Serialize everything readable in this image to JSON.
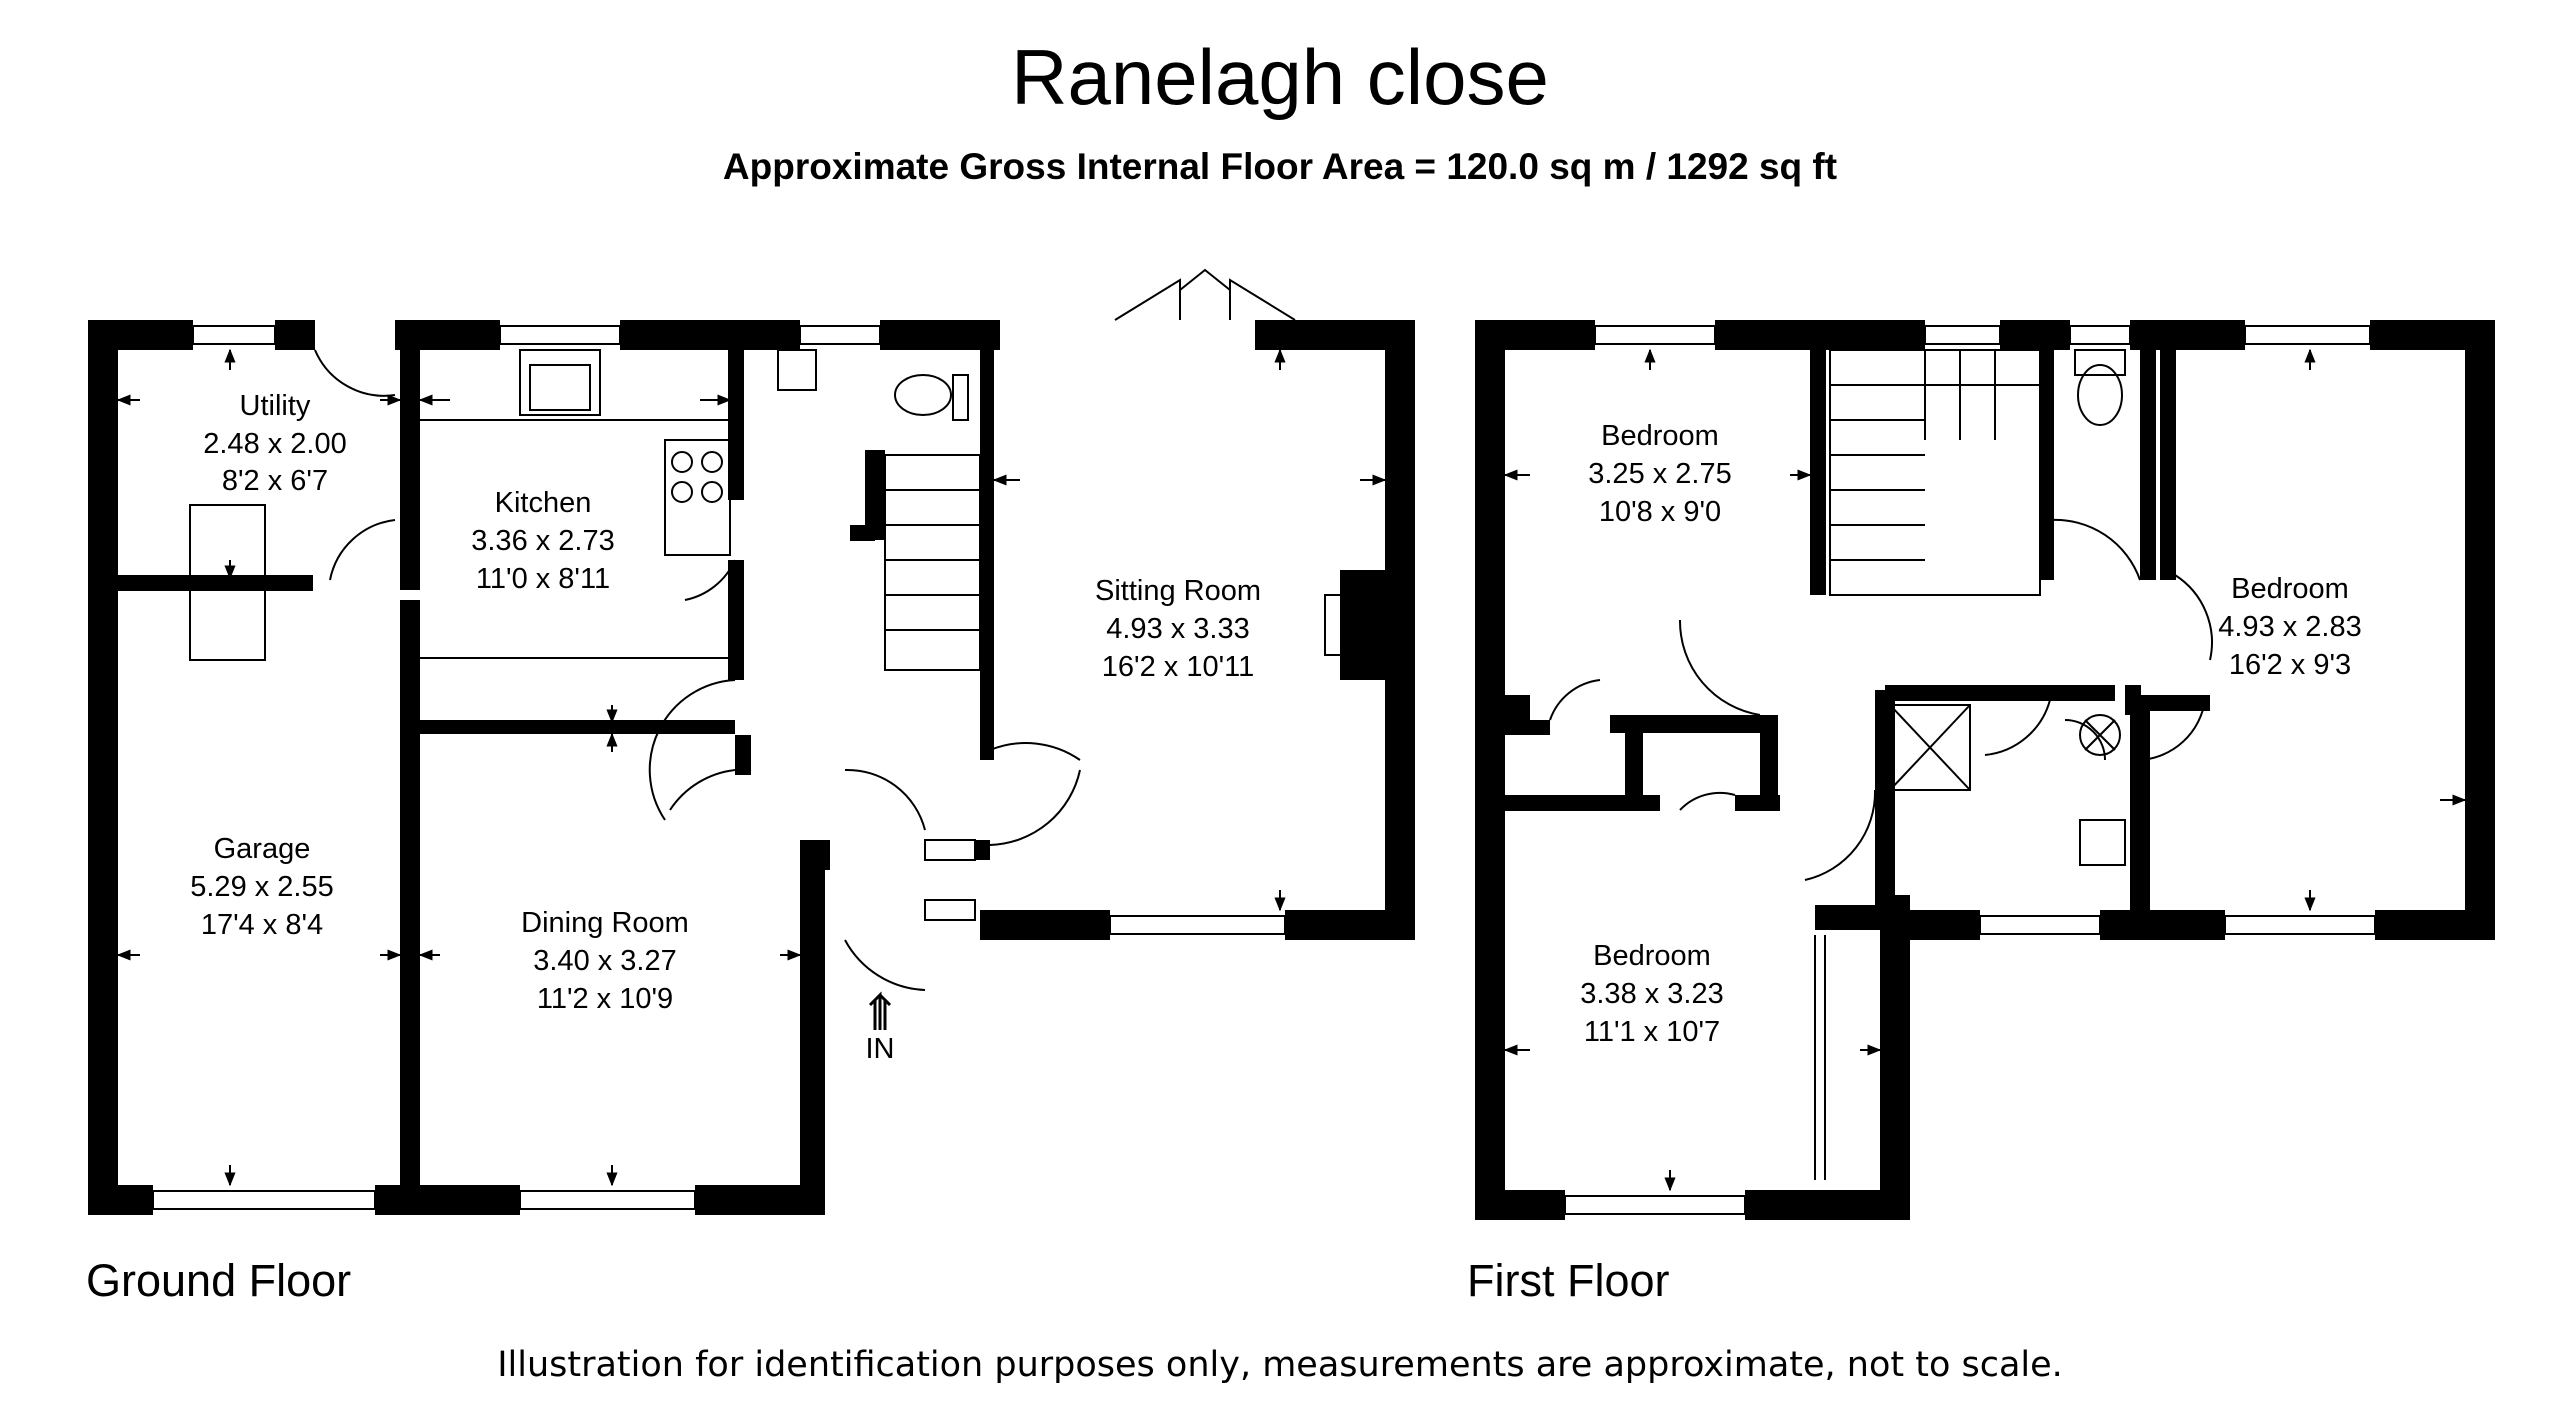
{
  "header": {
    "title": "Ranelagh close",
    "subtitle": "Approximate Gross Internal Floor Area = 120.0 sq m / 1292 sq ft"
  },
  "floors": {
    "ground": {
      "label": "Ground Floor",
      "rooms": {
        "utility": {
          "name": "Utility",
          "metric": "2.48 x 2.00",
          "imperial": "8'2 x 6'7"
        },
        "kitchen": {
          "name": "Kitchen",
          "metric": "3.36 x 2.73",
          "imperial": "11'0 x 8'11"
        },
        "sitting": {
          "name": "Sitting Room",
          "metric": "4.93 x 3.33",
          "imperial": "16'2 x 10'11"
        },
        "garage": {
          "name": "Garage",
          "metric": "5.29 x 2.55",
          "imperial": "17'4 x 8'4"
        },
        "dining": {
          "name": "Dining Room",
          "metric": "3.40 x 3.27",
          "imperial": "11'2 x 10'9"
        }
      },
      "entrance_label": "IN"
    },
    "first": {
      "label": "First Floor",
      "rooms": {
        "bedroom1": {
          "name": "Bedroom",
          "metric": "3.25 x 2.75",
          "imperial": "10'8 x 9'0"
        },
        "bedroom2": {
          "name": "Bedroom",
          "metric": "4.93 x 2.83",
          "imperial": "16'2 x 9'3"
        },
        "bedroom3": {
          "name": "Bedroom",
          "metric": "3.38 x 3.23",
          "imperial": "11'1 x 10'7"
        }
      }
    }
  },
  "footer": {
    "disclaimer": "Illustration for identification purposes only, measurements are approximate, not to scale."
  },
  "colors": {
    "wall": "#000000",
    "background": "#ffffff",
    "fixture_line": "#555555"
  }
}
